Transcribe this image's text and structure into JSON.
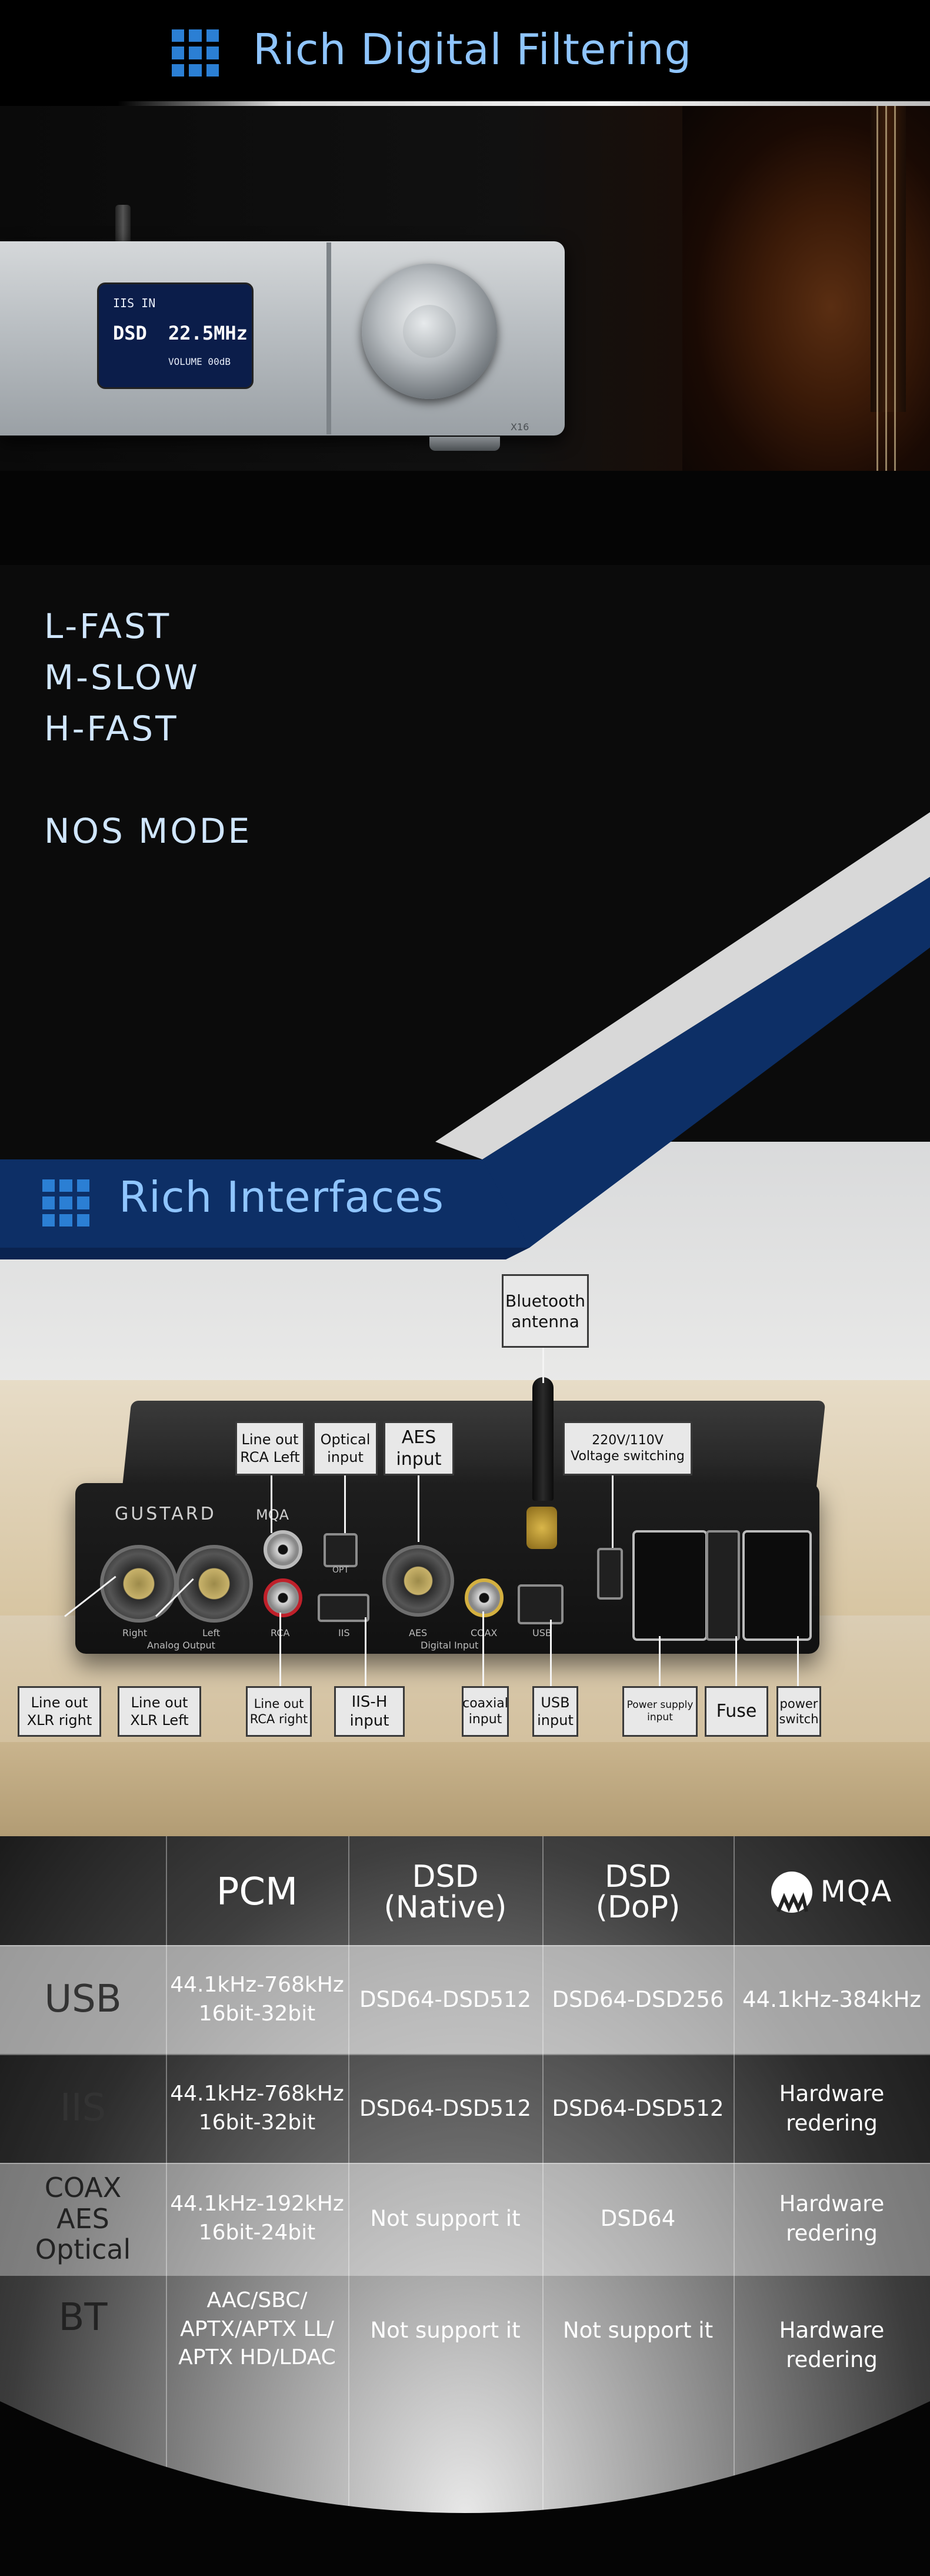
{
  "section1": {
    "heading": "Rich Digital Filtering"
  },
  "display": {
    "line1": "IIS IN",
    "format": "DSD",
    "rate": "22.5MHz",
    "volume": "VOLUME  00dB",
    "model": "X16"
  },
  "filters": [
    "L-FAST",
    "M-SLOW",
    "H-FAST",
    "NOS MODE"
  ],
  "section2": {
    "heading": "Rich Interfaces"
  },
  "brand": {
    "name": "GUSTARD",
    "mqa": "MQA"
  },
  "callouts": {
    "bluetooth": "Bluetooth\nantenna",
    "rca_left": "Line out\nRCA Left",
    "optical": "Optical\ninput",
    "aes": "AES\ninput",
    "voltage": "220V/110V\nVoltage switching",
    "xlr_right": "Line out\nXLR  right",
    "xlr_left": "Line out\nXLR Left",
    "rca_right": "Line out\nRCA right",
    "iis": "IIS-H\ninput",
    "coaxial": "coaxial\ninput",
    "usb": "USB\ninput",
    "power_supply": "Power supply\ninput",
    "fuse": "Fuse",
    "power_switch": "power\nswitch"
  },
  "panel_labels": {
    "right": "Right",
    "left": "Left",
    "analog": "Analog Output",
    "rca": "RCA",
    "iis": "IIS",
    "aes": "AES",
    "coax": "COAX",
    "usb": "USB",
    "digital": "Digital Input",
    "opt": "OPT"
  },
  "table": {
    "headers": [
      "",
      "PCM",
      "DSD\n(Native)",
      "DSD\n(DoP)",
      "MQA"
    ],
    "rows": [
      {
        "name": "USB",
        "cells": [
          "44.1kHz-768kHz\n16bit-32bit",
          "DSD64-DSD512",
          "DSD64-DSD256",
          "44.1kHz-384kHz"
        ]
      },
      {
        "name": "IIS",
        "cells": [
          "44.1kHz-768kHz\n16bit-32bit",
          "DSD64-DSD512",
          "DSD64-DSD512",
          "Hardware redering"
        ]
      },
      {
        "name": "COAX\nAES\nOptical",
        "cells": [
          "44.1kHz-192kHz\n16bit-24bit",
          "Not support it",
          "DSD64",
          "Hardware redering"
        ]
      },
      {
        "name": "BT",
        "cells": [
          "AAC/SBC/\nAPTX/APTX LL/\nAPTX HD/LDAC",
          "Not support it",
          "Not support it",
          "Hardware redering"
        ]
      }
    ]
  }
}
